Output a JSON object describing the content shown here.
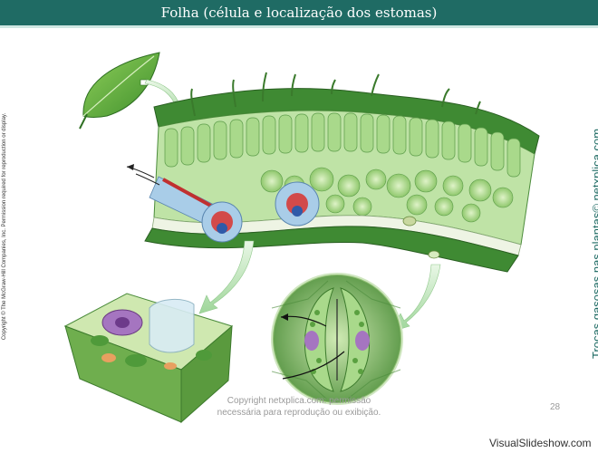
{
  "header": {
    "title": "Folha (célula e localização dos estomas)"
  },
  "side": {
    "left_copyright": "Copyright © The McGraw-Hill Companies, Inc. Permission required for reproduction or display.",
    "right_caption": "Trocas gasosas nas plantas© netxplica.com"
  },
  "footer": {
    "watermark_line1": "Copyright netxplica.com: permissão",
    "watermark_line2": "necessária para reprodução ou exibição.",
    "page_number": "28",
    "brand": "VisualSlideshow.com"
  }
}
